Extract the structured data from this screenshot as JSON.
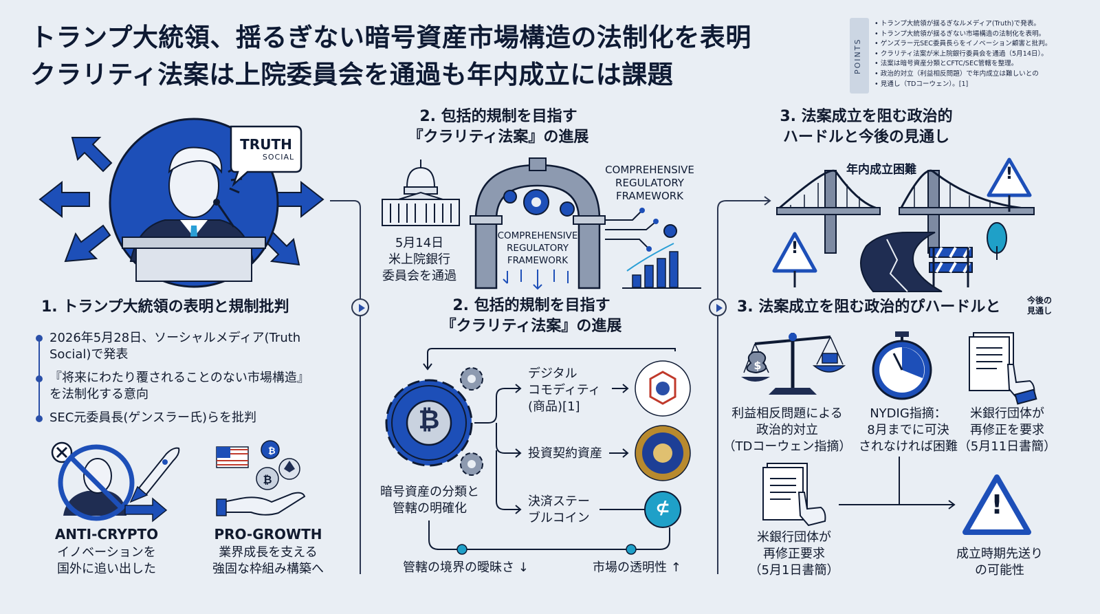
{
  "title": {
    "line1": "トランプ大統領、揺るぎない暗号資産市場構造の法制化を表明",
    "line2": "クラリティ法案は上院委員会を通過も年内成立には課題"
  },
  "points": {
    "label": "POINTS",
    "items": [
      "トランプ大統領が揺るぎなルメディア(Truth)で発表。",
      "トランプ大統領が揺るぎない市場構造の法制化を表明。",
      "ゲンズラー元SEC委員長らをイノベーション顧害と批判。",
      "クラリティ法案が米上院銀行委員会を通過（5月14日）。",
      "法案は暗号資産分類とCFTC/SEC管轄を整理。",
      "政治的対立（利益相反問題）で年内成立は難しいとの",
      "見通し（TDコーウェン）。[1]"
    ]
  },
  "section1": {
    "truth_logo": "TRUTH",
    "truth_sub": "SOCIAL",
    "heading": "1. トランプ大統領の表明と規制批判",
    "bullets": [
      "2026年5月28日、ソーシャルメディア(Truth",
      "Social)で発表",
      "『将来にわたり覆されることのない市場構造』",
      "を法制化する意向",
      "SEC元委員長(ゲンスラー氏)らを批判"
    ],
    "anti_title": "ANTI-CRYPTO",
    "anti_line1": "イノベーションを",
    "anti_line2": "国外に追い出した",
    "pro_title": "PRO-GROWTH",
    "pro_line1": "業界成長を支える",
    "pro_line2": "強固な枠組み構築へ"
  },
  "section2": {
    "heading_top_1": "2. 包括的規制を目指す",
    "heading_top_2": "『クラリティ法案』の進展",
    "date_1": "5月14日",
    "date_2": "米上院銀行",
    "date_3": "委員会を通過",
    "frame_right_1": "COMPREHENSIVE",
    "frame_right_2": "REGULATORY",
    "frame_right_3": "FRAMEWORK",
    "frame_arch_1": "COMPREHENSIVE",
    "frame_arch_2": "REGULATORY",
    "frame_arch_3": "FRAMEWORK",
    "heading_mid_1": "2. 包括的規制を目指す",
    "heading_mid_2": "『クラリティ法案』の進展",
    "gear_label_1": "暗号資産の分類と",
    "gear_label_2": "管轄の明確化",
    "branch_1_a": "デジタル",
    "branch_1_b": "コモディティ",
    "branch_1_c": "(商品)[1]",
    "branch_2": "投資契約資産",
    "branch_3_a": "決済ステー",
    "branch_3_b": "ブルコイン",
    "bottom_left": "管轄の境界の曖昧さ ↓",
    "bottom_right": "市場の透明性 ↑"
  },
  "section3": {
    "heading_top_1": "3. 法案成立を阻む政治的",
    "heading_top_2": "ハードルと今後の見通し",
    "bridge_label": "年内成立困難",
    "heading_mid": "3. 法案成立を阻む政治的ぴハードルと",
    "heading_mid_small_1": "今後の",
    "heading_mid_small_2": "見通し",
    "item1_1": "利益相反問題による",
    "item1_2": "政治的対立",
    "item1_3": "（TDコーウェン指摘）",
    "item2_1": "NYDIG指摘：",
    "item2_2": "8月までに可決",
    "item2_3": "されなければ困難",
    "item3_1": "米銀行団体が",
    "item3_2": "再修正を要求",
    "item3_3": "（5月11日書簡）",
    "item4_1": "米銀行団体が",
    "item4_2": "再修正要求",
    "item4_3": "（5月1日書簡）",
    "item5_1": "成立時期先送り",
    "item5_2": "の可能性"
  },
  "colors": {
    "accent": "#1d4fb8",
    "dark": "#111a2e",
    "background": "#e9eef4",
    "light_blue": "#2a9fd6"
  }
}
